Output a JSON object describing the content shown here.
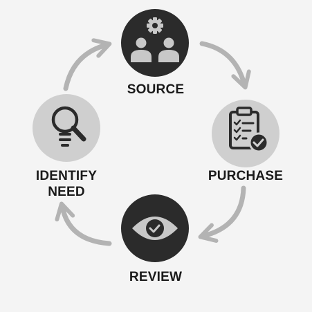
{
  "diagram": {
    "stages": [
      {
        "id": "source",
        "label": "SOURCE",
        "icon": "people-gear-icon",
        "circle_color": "#2b2b2b",
        "icon_color": "#c8c8c8"
      },
      {
        "id": "purchase",
        "label": "PURCHASE",
        "icon": "clipboard-check-icon",
        "circle_color": "#cfcfcf",
        "icon_color": "#2b2b2b"
      },
      {
        "id": "review",
        "label": "REVIEW",
        "icon": "eye-check-icon",
        "circle_color": "#2b2b2b",
        "icon_color": "#c8c8c8"
      },
      {
        "id": "identify",
        "label_line1": "IDENTIFY",
        "label_line2": "NEED",
        "icon": "lightbulb-search-icon",
        "circle_color": "#cfcfcf",
        "icon_color": "#2b2b2b"
      }
    ],
    "arrow_color": "#b3b3b3",
    "background_color": "#f4f4f4"
  }
}
